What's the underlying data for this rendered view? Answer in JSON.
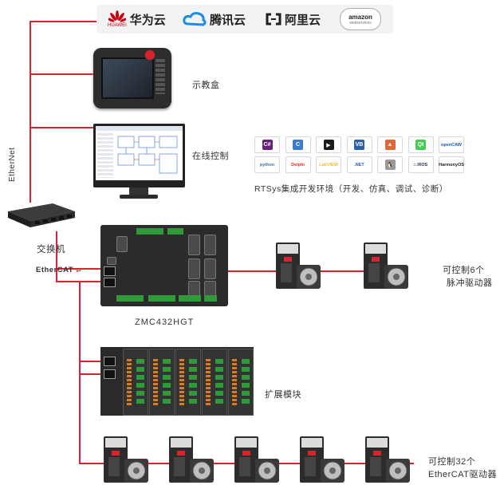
{
  "clouds": {
    "huawei": {
      "name": "华为云",
      "brand": "HUAWEI"
    },
    "tencent": {
      "name": "腾讯云"
    },
    "aliyun": {
      "name": "阿里云"
    },
    "amazon": {
      "name": "amazon",
      "sub": "webservices"
    }
  },
  "labels": {
    "teach_pendant": "示教盒",
    "online_control": "在线控制",
    "rtsys": "RTSys集成开发环境（开发、仿真、调试、诊断）",
    "switch": "交换机",
    "ethernet": "EtherNet",
    "ethercat": "EtherCAT",
    "controller": "ZMC432HGT",
    "pulse_drivers_1": "可控制6个",
    "pulse_drivers_2": "脉冲驱动器",
    "expansion": "扩展模块",
    "ethercat_drivers_1": "可控制32个",
    "ethercat_drivers_2": "EtherCAT驱动器"
  },
  "tools": [
    {
      "icon": "c-sharp",
      "text": "C#",
      "color": "#68217a"
    },
    {
      "icon": "c-lang",
      "text": "C",
      "color": "#3a7bd5"
    },
    {
      "icon": "labview",
      "text": "▶",
      "color": "#1b1b1b"
    },
    {
      "icon": "vb",
      "text": "VB",
      "color": "#2f5fa8"
    },
    {
      "icon": "matlab",
      "text": "▲",
      "color": "#e16737"
    },
    {
      "icon": "qt",
      "text": "Qt",
      "color": "#41cd52"
    },
    {
      "icon": "openclaw",
      "text": "openCAW",
      "color": "#1a5bb0"
    },
    {
      "icon": "python",
      "text": "python",
      "color": "#3776ab"
    },
    {
      "icon": "delphi",
      "text": "Delphi",
      "color": "#e32b2b"
    },
    {
      "icon": "labview2",
      "text": "LabVIEW",
      "color": "#f2c12e"
    },
    {
      "icon": "dotnet",
      "text": ".NET",
      "color": "#2a59b5"
    },
    {
      "icon": "linux",
      "text": "🐧",
      "color": "#999999"
    },
    {
      "icon": "ros",
      "text": ":::ROS",
      "color": "#22314e"
    },
    {
      "icon": "harmonyos",
      "text": "HarmonyOS",
      "color": "#222222"
    }
  ],
  "colors": {
    "wire": "#d9232d"
  }
}
